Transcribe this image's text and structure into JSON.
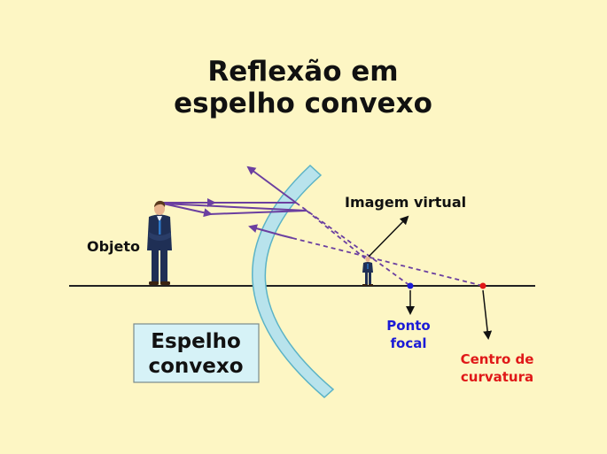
{
  "title": {
    "line1": "Reflexão em",
    "line2": "espelho convexo"
  },
  "labels": {
    "object": "Objeto",
    "virtual_image": "Imagem virtual",
    "focal_point_line1": "Ponto",
    "focal_point_line2": "focal",
    "center_line1": "Centro de",
    "center_line2": "curvatura",
    "mirror_line1": "Espelho",
    "mirror_line2": "convexo"
  },
  "colors": {
    "background": "#fdf6c4",
    "ray": "#6b3fa0",
    "mirror_fill": "#b8e3ec",
    "mirror_stroke": "#5bb3c6",
    "focal": "#1b1bd6",
    "center": "#e01818",
    "axis": "#222222",
    "box_fill": "#d6f2f7"
  }
}
